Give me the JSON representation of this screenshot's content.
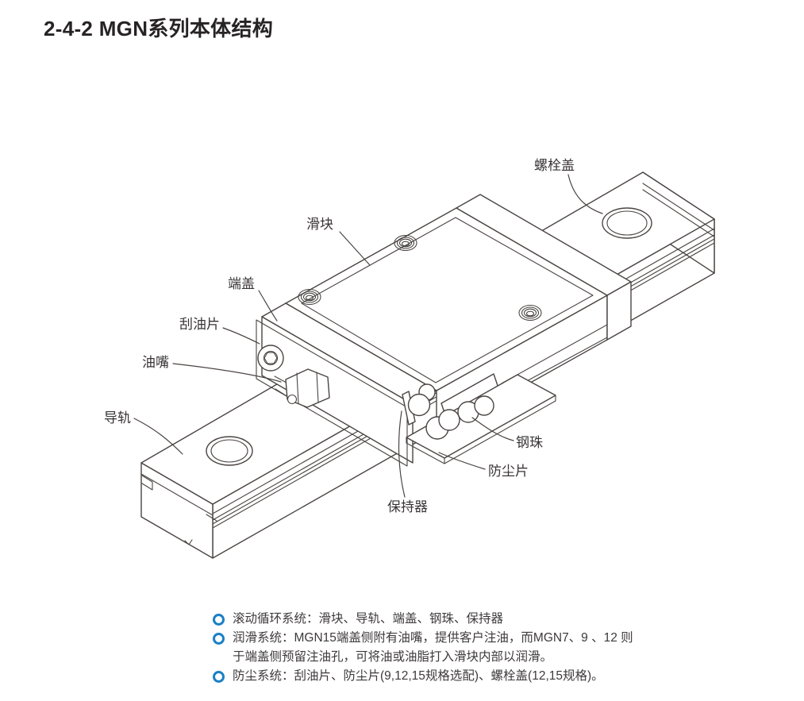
{
  "page": {
    "title": "2-4-2 MGN系列本体结构",
    "background_color": "#ffffff"
  },
  "diagram": {
    "stroke_color": "#4a4442",
    "labels": [
      {
        "id": "bolt-cover",
        "text": "螺栓盖"
      },
      {
        "id": "slider-block",
        "text": "滑块"
      },
      {
        "id": "end-cap",
        "text": "端盖"
      },
      {
        "id": "oil-scraper",
        "text": "刮油片"
      },
      {
        "id": "grease-nipple",
        "text": "油嘴"
      },
      {
        "id": "guide-rail",
        "text": "导轨"
      },
      {
        "id": "steel-ball",
        "text": "钢珠"
      },
      {
        "id": "dust-plate",
        "text": "防尘片"
      },
      {
        "id": "retainer",
        "text": "保持器"
      }
    ]
  },
  "notes": {
    "bullet_color": "#1b80c5",
    "items": [
      {
        "lines": [
          "滚动循环系统：滑块、导轨、端盖、钢珠、保持器"
        ]
      },
      {
        "lines": [
          "润滑系统：MGN15端盖侧附有油嘴，提供客户注油，而MGN7、9 、12 则",
          "于端盖侧预留注油孔，可将油或油脂打入滑块内部以润滑。"
        ]
      },
      {
        "lines": [
          "防尘系统：刮油片、防尘片(9,12,15规格选配)、螺栓盖(12,15规格)。"
        ]
      }
    ]
  }
}
